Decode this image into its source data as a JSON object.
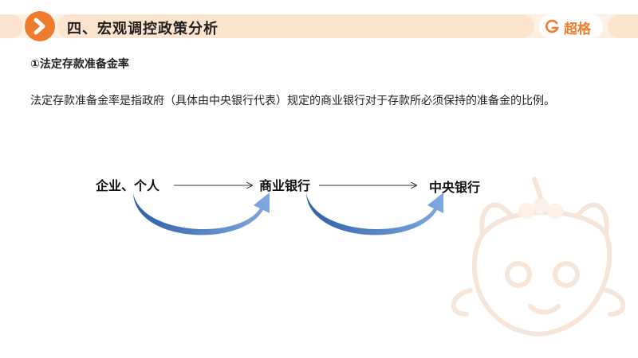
{
  "header": {
    "title": "四、宏观调控政策分析",
    "logo_text": "超格",
    "accent_color": "#ef7c2c",
    "icon": "chevron-right-icon"
  },
  "content": {
    "subheading": "①法定存款准备金率",
    "definition": "法定存款准备金率是指政府（具体由中央银行代表）规定的商业银行对于存款所必须保持的准备金的比例。"
  },
  "flow": {
    "nodes": [
      "企业、个人",
      "商业银行",
      "中央银行"
    ]
  }
}
